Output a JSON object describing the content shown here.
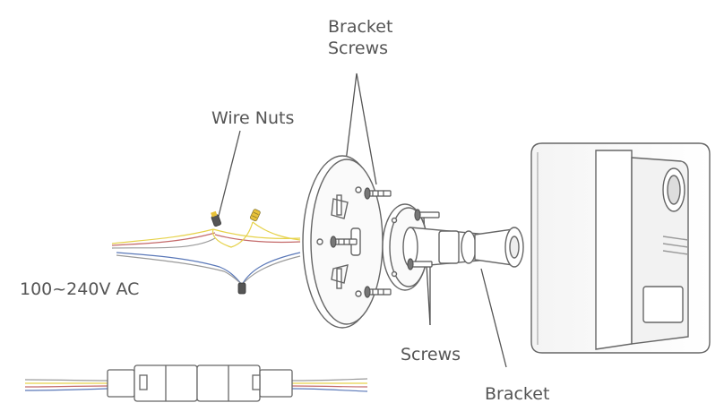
{
  "labels": {
    "bracket_screws_line1": "Bracket",
    "bracket_screws_line2": "Screws",
    "wire_nuts": "Wire Nuts",
    "voltage": "100~240V AC",
    "screws": "Screws",
    "bracket": "Bracket"
  },
  "colors": {
    "outline": "#666666",
    "leader": "#555555",
    "wire_yellow": "#e6d24a",
    "wire_blue": "#5a78b8",
    "wire_red": "#c46a6a",
    "wire_gray": "#9a9a9a",
    "wire_nut_yellow": "#e8c23a"
  }
}
